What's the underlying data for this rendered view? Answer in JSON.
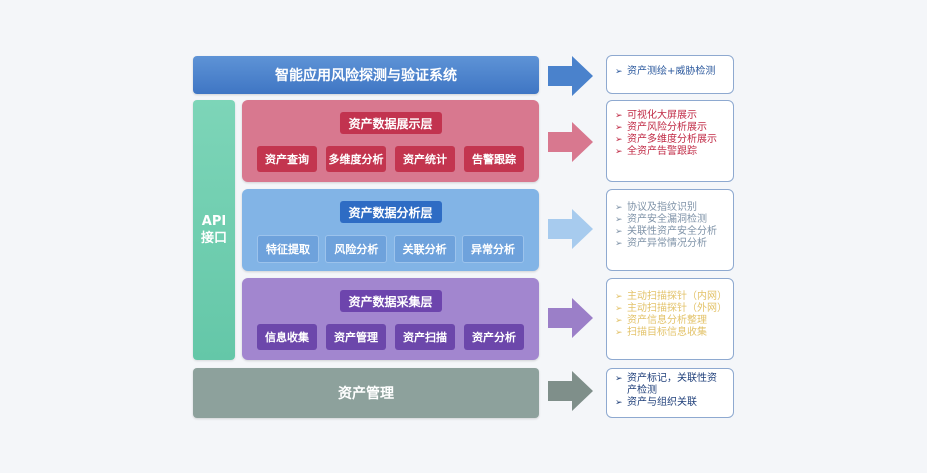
{
  "top_bar": {
    "label": "智能应用风险探测与验证系统"
  },
  "api": {
    "line1": "API",
    "line2": "接口"
  },
  "layers": [
    {
      "title": "资产数据展示层",
      "chips": [
        "资产查询",
        "多维度分析",
        "资产统计",
        "告警跟踪"
      ]
    },
    {
      "title": "资产数据分析层",
      "chips": [
        "特征提取",
        "风险分析",
        "关联分析",
        "异常分析"
      ]
    },
    {
      "title": "资产数据采集层",
      "chips": [
        "信息收集",
        "资产管理",
        "资产扫描",
        "资产分析"
      ]
    }
  ],
  "bottom_bar": {
    "label": "资产管理"
  },
  "info_boxes": [
    {
      "items": [
        "资产测绘+威胁检测"
      ]
    },
    {
      "items": [
        "可视化大屏展示",
        "资产风险分析展示",
        "资产多维度分析展示",
        "全资产告警跟踪"
      ]
    },
    {
      "items": [
        "协议及指纹识别",
        "资产安全漏洞检测",
        "关联性资产安全分析",
        "资产异常情况分析"
      ]
    },
    {
      "items": [
        "主动扫描探针（内网）",
        "主动扫描探针（外网）",
        "资产信息分析整理",
        "扫描目标信息收集"
      ]
    },
    {
      "items": [
        "资产标记，关联性资产检测",
        "资产与组织关联"
      ]
    }
  ],
  "colors": {
    "top_blue": "#4a82cc",
    "api_green": "#6ccaab",
    "red_layer": "#d8788f",
    "blue_layer": "#82b4e6",
    "purple_layer": "#a286cf",
    "grey_bar": "#8da19c",
    "info_text_blue": "#2d5a9e",
    "info_text_red": "#c02a45",
    "info_text_grey": "#7f93a8",
    "info_text_gold": "#e3c36a"
  }
}
